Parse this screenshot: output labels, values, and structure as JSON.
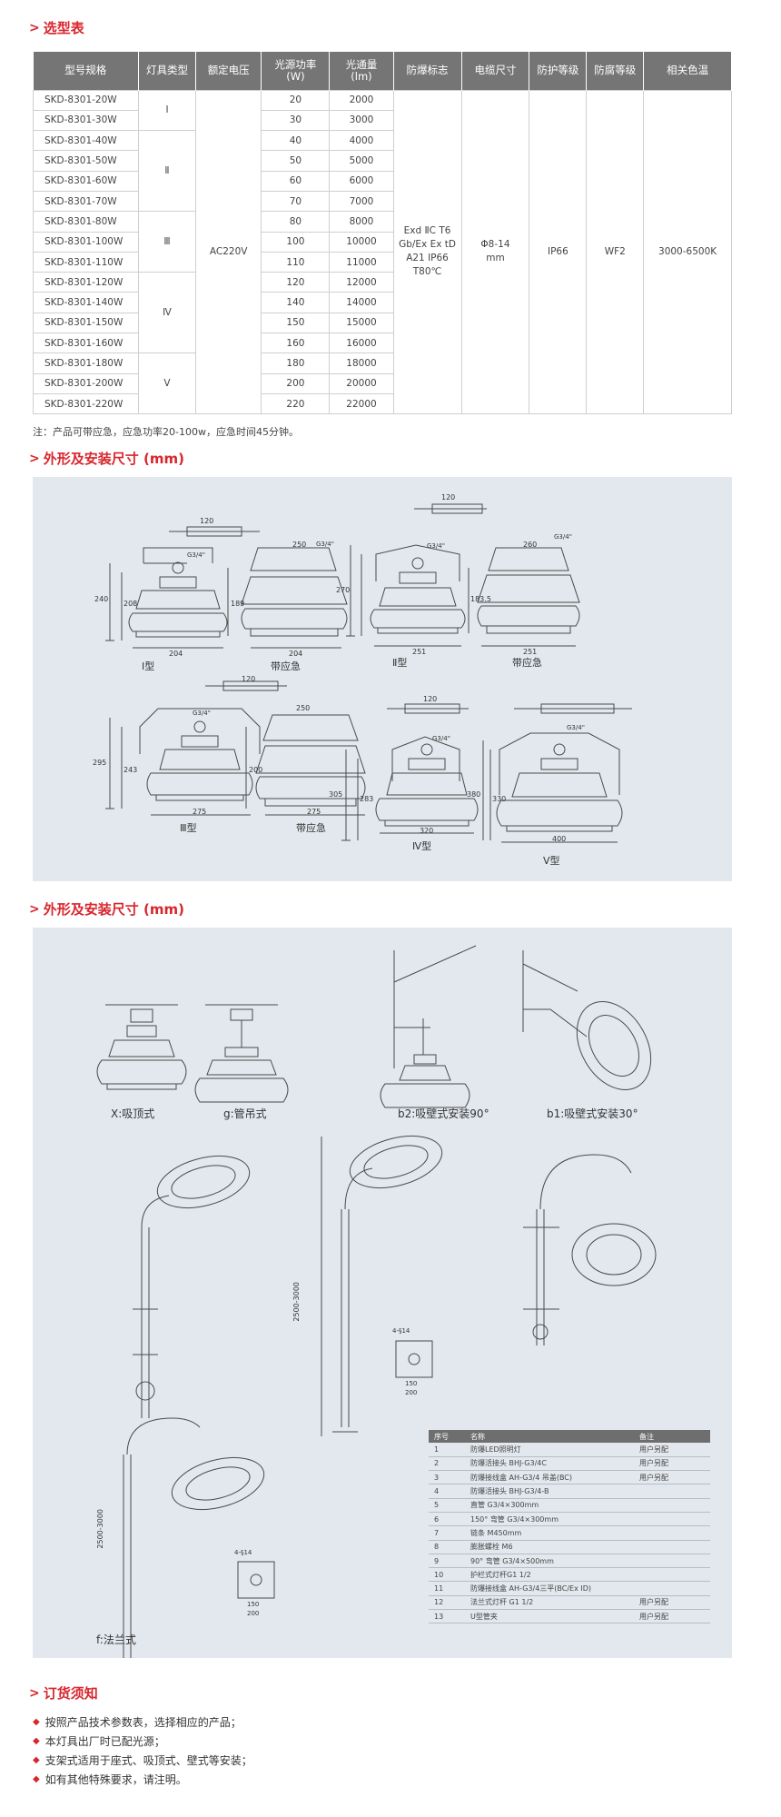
{
  "sections": {
    "selection_title": "选型表",
    "dims_title_1": "外形及安装尺寸 (mm)",
    "dims_title_2": "外形及安装尺寸 (mm)",
    "order_title": "订货须知"
  },
  "spec_table": {
    "headers": [
      "型号规格",
      "灯具类型",
      "额定电压",
      "光源功率\n(W)",
      "光通量\n(lm)",
      "防爆标志",
      "电缆尺寸",
      "防护等级",
      "防腐等级",
      "相关色温"
    ],
    "rows": [
      {
        "model": "SKD-8301-20W",
        "power": "20",
        "flux": "2000"
      },
      {
        "model": "SKD-8301-30W",
        "power": "30",
        "flux": "3000"
      },
      {
        "model": "SKD-8301-40W",
        "power": "40",
        "flux": "4000"
      },
      {
        "model": "SKD-8301-50W",
        "power": "50",
        "flux": "5000"
      },
      {
        "model": "SKD-8301-60W",
        "power": "60",
        "flux": "6000"
      },
      {
        "model": "SKD-8301-70W",
        "power": "70",
        "flux": "7000"
      },
      {
        "model": "SKD-8301-80W",
        "power": "80",
        "flux": "8000"
      },
      {
        "model": "SKD-8301-100W",
        "power": "100",
        "flux": "10000"
      },
      {
        "model": "SKD-8301-110W",
        "power": "110",
        "flux": "11000"
      },
      {
        "model": "SKD-8301-120W",
        "power": "120",
        "flux": "12000"
      },
      {
        "model": "SKD-8301-140W",
        "power": "140",
        "flux": "14000"
      },
      {
        "model": "SKD-8301-150W",
        "power": "150",
        "flux": "15000"
      },
      {
        "model": "SKD-8301-160W",
        "power": "160",
        "flux": "16000"
      },
      {
        "model": "SKD-8301-180W",
        "power": "180",
        "flux": "18000"
      },
      {
        "model": "SKD-8301-200W",
        "power": "200",
        "flux": "20000"
      },
      {
        "model": "SKD-8301-220W",
        "power": "220",
        "flux": "22000"
      }
    ],
    "types": [
      "Ⅰ",
      "Ⅱ",
      "Ⅲ",
      "Ⅳ",
      "Ⅴ"
    ],
    "voltage": "AC220V",
    "ex_mark": [
      "Exd ⅡC T6",
      "Gb/Ex Ex tD",
      "A21 IP66",
      "T80℃"
    ],
    "cable": [
      "Φ8-14",
      "mm"
    ],
    "ip": "IP66",
    "corrosion": "WF2",
    "cct": "3000-6500K"
  },
  "note": "注：产品可带应急，应急功率20-100w，应急时间45分钟。",
  "dims1": {
    "labels": {
      "t1": "Ⅰ型",
      "t1e": "带应急",
      "t2": "Ⅱ型",
      "t2e": "带应急",
      "t3": "Ⅲ型",
      "t3e": "带应急",
      "t4": "Ⅳ型",
      "t5": "Ⅴ型"
    },
    "nums": {
      "n120a": "120",
      "n120b": "120",
      "n120c": "120",
      "n120d": "120",
      "n204a": "204",
      "n204b": "204",
      "n251a": "251",
      "n251b": "251",
      "n275a": "275",
      "n275b": "275",
      "n320": "320",
      "n400": "400",
      "n240": "240",
      "n208": "208",
      "n189": "189",
      "n270": "270",
      "n1835": "183.5",
      "n295": "295",
      "n243": "243",
      "n200": "200",
      "n305": "305",
      "n283": "283",
      "n380": "380",
      "n330": "330",
      "n250a": "250",
      "n250b": "250",
      "n260": "260",
      "g34a": "G3/4\"",
      "g34b": "G3/4\"",
      "g34c": "G3/4\"",
      "g34d": "G3/4\"",
      "g34e": "G3/4\"",
      "g34f": "G3/4\"",
      "g34g": "G3/4\""
    }
  },
  "dims2": {
    "labels": {
      "x": "X:吸顶式",
      "g": "g:管吊式",
      "b2": "b2:吸壁式安装90°",
      "b1": "b1:吸壁式安装30°",
      "f": "f:法兰式",
      "h1": "2500-3000",
      "h2": "2500-3000",
      "s14a": "4-§14",
      "s14b": "4-§14",
      "n150": "150",
      "n200": "200",
      "n150b": "150",
      "n200b": "200"
    }
  },
  "parts_table": {
    "headers": [
      "序号",
      "名称",
      "备注"
    ],
    "rows": [
      {
        "no": "1",
        "name": "防爆LED照明灯",
        "remark": "用户另配"
      },
      {
        "no": "2",
        "name": "防爆活接头 BHJ-G3/4C",
        "remark": "用户另配"
      },
      {
        "no": "3",
        "name": "防爆接线盒 AH-G3/4 吊盖(BC)",
        "remark": "用户另配"
      },
      {
        "no": "4",
        "name": "防爆活接头 BHJ-G3/4-B",
        "remark": ""
      },
      {
        "no": "5",
        "name": "直管 G3/4×300mm",
        "remark": ""
      },
      {
        "no": "6",
        "name": "150° 弯管 G3/4×300mm",
        "remark": ""
      },
      {
        "no": "7",
        "name": "链条 M450mm",
        "remark": ""
      },
      {
        "no": "8",
        "name": "膨胀螺栓 M6",
        "remark": ""
      },
      {
        "no": "9",
        "name": "90° 弯管 G3/4×500mm",
        "remark": ""
      },
      {
        "no": "10",
        "name": "护栏式灯杆G1 1/2",
        "remark": ""
      },
      {
        "no": "11",
        "name": "防爆接线盒 AH-G3/4三平(BC/Ex ID)",
        "remark": ""
      },
      {
        "no": "12",
        "name": "法兰式灯杆 G1 1/2",
        "remark": "用户另配"
      },
      {
        "no": "13",
        "name": "U型管夹",
        "remark": "用户另配"
      }
    ]
  },
  "order": [
    "按照产品技术参数表，选择相应的产品；",
    "本灯具出厂时已配光源；",
    "支架式适用于座式、吸顶式、壁式等安装；",
    "如有其他特殊要求，请注明。"
  ]
}
